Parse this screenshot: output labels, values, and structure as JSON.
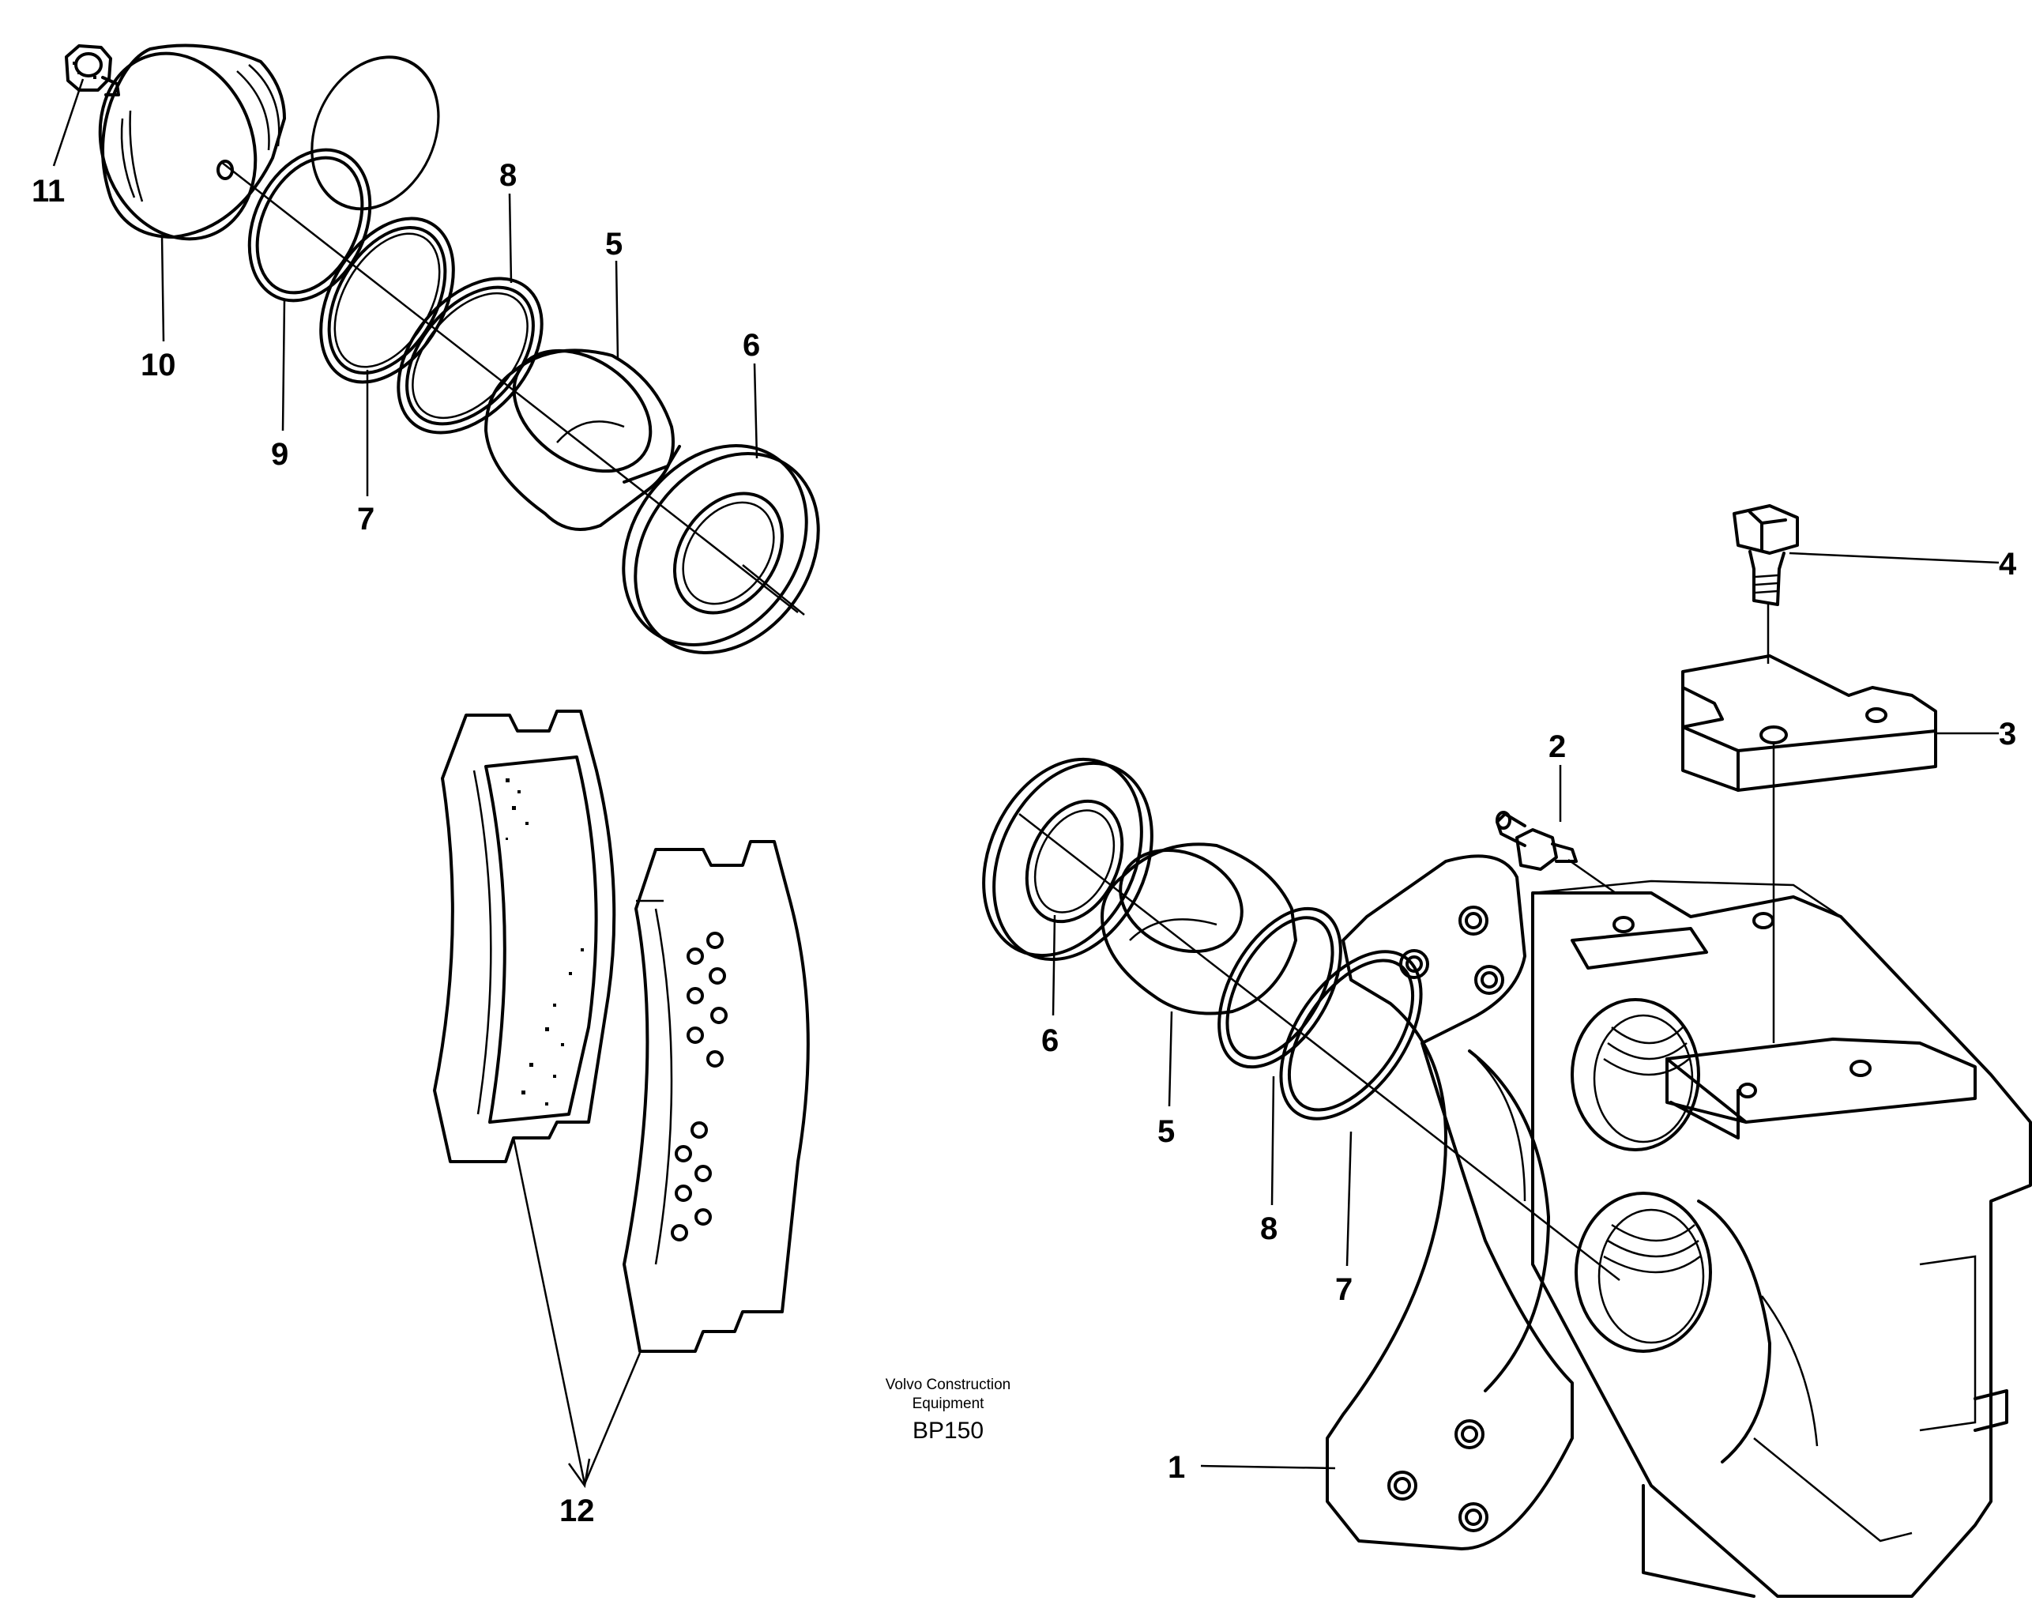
{
  "credit": {
    "line1": "Volvo Construction",
    "line2": "Equipment",
    "code": "BP150"
  },
  "callouts": [
    {
      "id": "cap-11",
      "label": "11"
    },
    {
      "id": "cover-10",
      "label": "10"
    },
    {
      "id": "ring-9",
      "label": "9"
    },
    {
      "id": "seal-7-top",
      "label": "7"
    },
    {
      "id": "ring-8-top",
      "label": "8"
    },
    {
      "id": "piston-5-top",
      "label": "5"
    },
    {
      "id": "boot-6-top",
      "label": "6"
    },
    {
      "id": "bolt-4",
      "label": "4"
    },
    {
      "id": "plate-3",
      "label": "3"
    },
    {
      "id": "nipple-2",
      "label": "2"
    },
    {
      "id": "boot-6-lower",
      "label": "6"
    },
    {
      "id": "piston-5-lower",
      "label": "5"
    },
    {
      "id": "ring-8-lower",
      "label": "8"
    },
    {
      "id": "seal-7-lower",
      "label": "7"
    },
    {
      "id": "housing-1",
      "label": "1"
    },
    {
      "id": "pads-12",
      "label": "12"
    }
  ]
}
